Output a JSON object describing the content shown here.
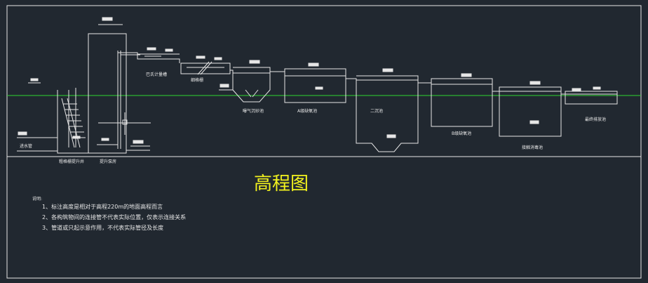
{
  "title": "高程图",
  "ground_line_color": "#2fd62f",
  "line_color": "#e6e6e6",
  "title_color": "#f2f21e",
  "background_color": "#212830",
  "units": [
    {
      "key": "inlet",
      "label": "进水管"
    },
    {
      "key": "grid_well",
      "label": "粗格栅提升井"
    },
    {
      "key": "lift_room",
      "label": "提升泵房"
    },
    {
      "key": "fine_screen",
      "label": "细格栅"
    },
    {
      "key": "bar_screen",
      "label": "巴氏计量槽"
    },
    {
      "key": "grit",
      "label": "曝气沉砂池"
    },
    {
      "key": "a_tank",
      "label": "A级缺氧池"
    },
    {
      "key": "secondary",
      "label": "二沉池"
    },
    {
      "key": "b_tank",
      "label": "B级缺氧池"
    },
    {
      "key": "disinfect",
      "label": "接触消毒池"
    },
    {
      "key": "outfall",
      "label": "最终排放池"
    }
  ],
  "notes": {
    "heading": "说明:",
    "items": [
      "1、标注高度是相对于高程220m的地面高程而言",
      "2、各构筑物间的连接管不代表实际位置，仅表示连接关系",
      "3、管道或只起示意作用，不代表实际管径及长度"
    ]
  }
}
